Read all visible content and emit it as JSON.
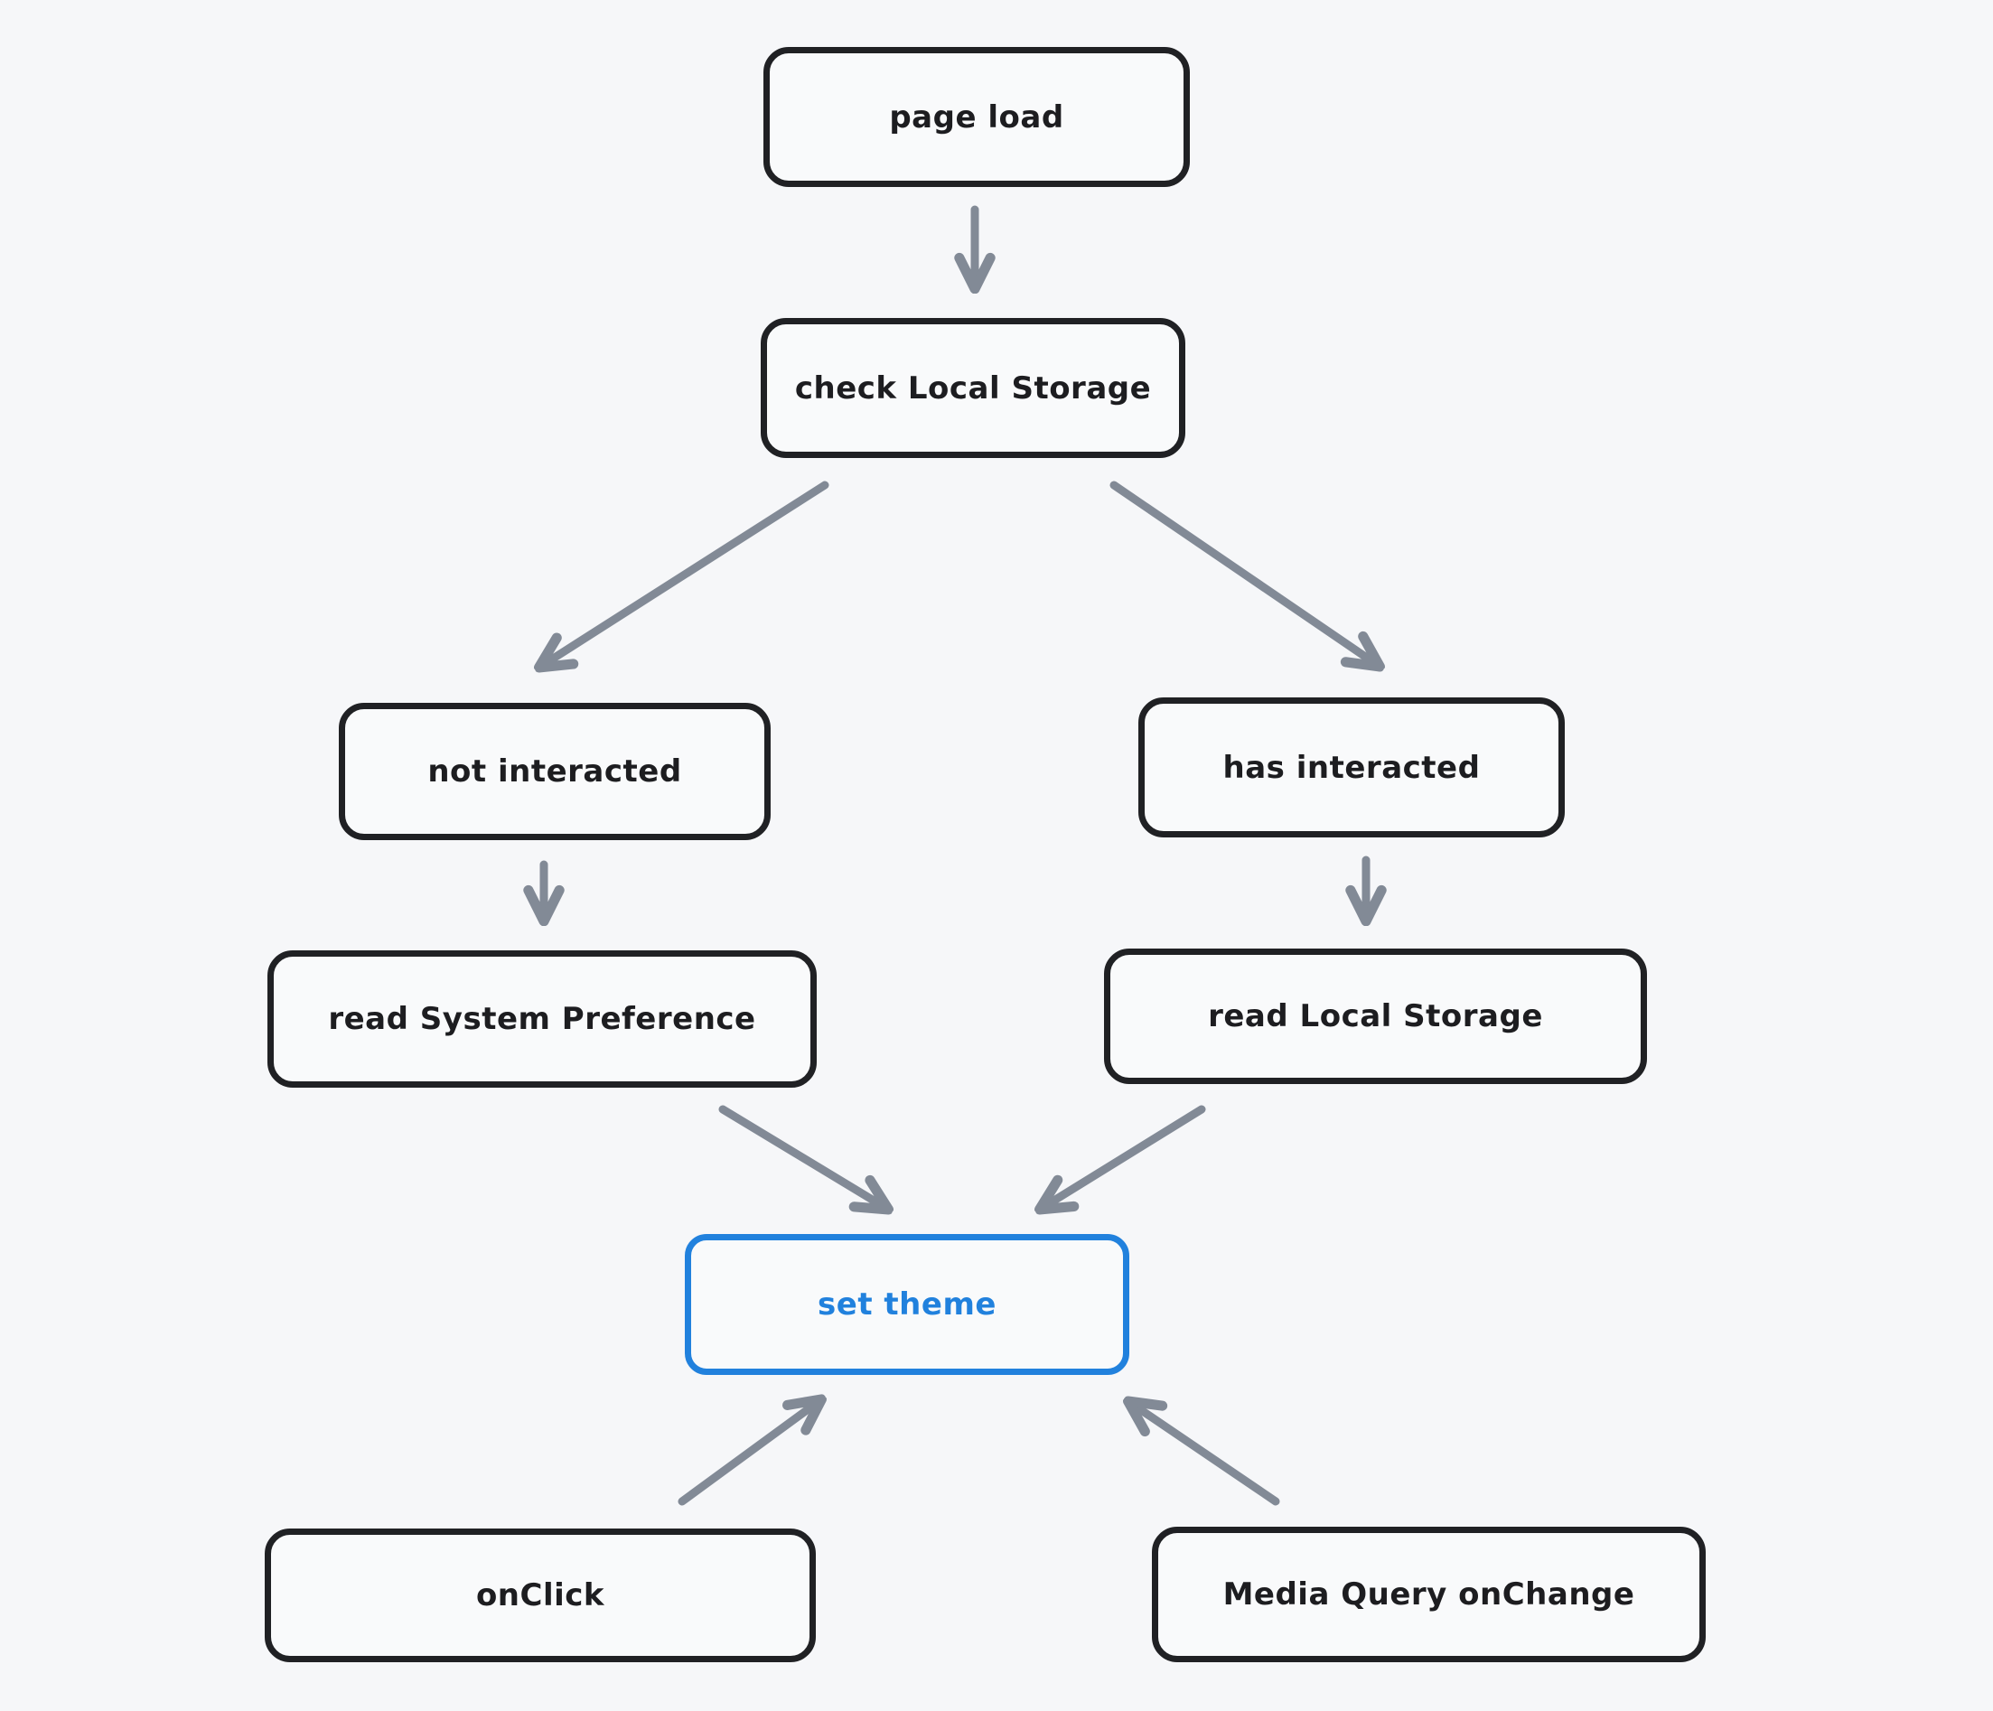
{
  "diagram": {
    "type": "flowchart",
    "colors": {
      "background": "#f6f7f9",
      "node_stroke": "#202124",
      "node_text": "#1d1d20",
      "arrow": "#828a96",
      "accent": "#2181dd"
    },
    "nodes": {
      "page_load": {
        "label": "page load"
      },
      "check_local_storage": {
        "label": "check Local Storage"
      },
      "not_interacted": {
        "label": "not interacted"
      },
      "has_interacted": {
        "label": "has interacted"
      },
      "read_system_pref": {
        "label": "read System Preference"
      },
      "read_local_storage": {
        "label": "read Local Storage"
      },
      "set_theme": {
        "label": "set theme",
        "accent": true
      },
      "on_click": {
        "label": "onClick"
      },
      "media_query_onchange": {
        "label": "Media Query onChange"
      }
    },
    "edges": [
      {
        "from": "page load",
        "to": "check Local Storage"
      },
      {
        "from": "check Local Storage",
        "to": "not interacted"
      },
      {
        "from": "check Local Storage",
        "to": "has interacted"
      },
      {
        "from": "not interacted",
        "to": "read System Preference"
      },
      {
        "from": "has interacted",
        "to": "read Local Storage"
      },
      {
        "from": "read System Preference",
        "to": "set theme"
      },
      {
        "from": "read Local Storage",
        "to": "set theme"
      },
      {
        "from": "onClick",
        "to": "set theme"
      },
      {
        "from": "Media Query onChange",
        "to": "set theme"
      }
    ]
  }
}
